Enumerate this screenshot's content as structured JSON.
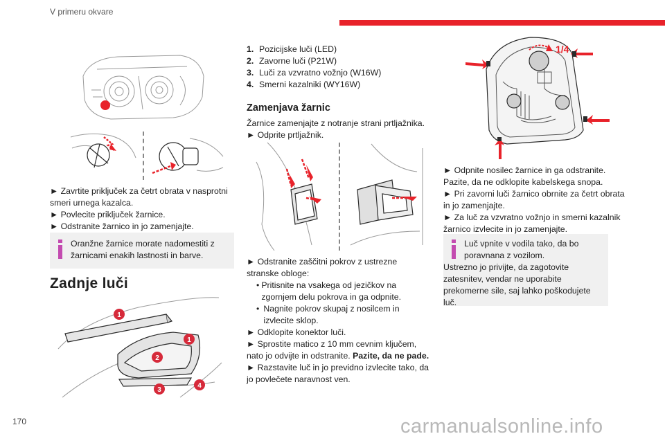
{
  "header": {
    "section_title": "V primeru okvare"
  },
  "page_number": "170",
  "watermark": "carmanualsonline.info",
  "left": {
    "steps": [
      "► Zavrtite priključek za četrt obrata v nasprotni smeri urnega kazalca.",
      "► Povlecite priključek žarnice.",
      "► Odstranite žarnico in jo zamenjajte."
    ],
    "note": "Oranžne žarnice morate nadomestiti z žarnicami enakih lastnosti in barve.",
    "heading": "Zadnje luči",
    "callouts": [
      "1",
      "1",
      "2",
      "3",
      "4"
    ]
  },
  "middle": {
    "lamp_list": [
      {
        "n": "1.",
        "text": "Pozicijske luči (LED)"
      },
      {
        "n": "2.",
        "text": "Zavorne luči (P21W)"
      },
      {
        "n": "3.",
        "text": "Luči za vzvratno vožnjo (W16W)"
      },
      {
        "n": "4.",
        "text": "Smerni kazalniki (WY16W)"
      }
    ],
    "heading": "Zamenjava žarnic",
    "intro": "Žarnice zamenjajte z notranje strani prtljažnika.",
    "open_trunk": "► Odprite prtljažnik.",
    "remove_cover": "► Odstranite zaščitni pokrov z ustrezne stranske obloge:",
    "sub_steps": [
      "Pritisnite na vsakega od jezičkov na zgornjem delu pokrova in ga odpnite.",
      "Nagnite pokrov skupaj z nosilcem in izvlecite sklop."
    ],
    "disconnect": "► Odklopite konektor luči.",
    "release_nut": "► Sprostite matico z 10 mm cevnim ključem, nato jo odvijte in odstranite.",
    "careful": "Pazite, da ne pade.",
    "separate": "► Razstavite luč in jo previdno izvlecite tako, da jo povlečete naravnost ven."
  },
  "right": {
    "quarter_label": "1/4",
    "steps": [
      "► Odpnite nosilec žarnice in ga odstranite. Pazite, da ne odklopite kabelskega snopa.",
      "► Pri zavorni luči žarnico obrnite za četrt obrata in jo zamenjajte.",
      "► Za luč za vzvratno vožnjo in smerni kazalnik žarnico izvlecite in jo zamenjajte."
    ],
    "note_line1": "Luč vpnite v vodila tako, da bo poravnana z vozilom.",
    "note_line2": "Ustrezno jo privijte, da zagotovite zatesnitev, vendar ne uporabite prekomerne sile, saj lahko poškodujete luč."
  },
  "colors": {
    "accent": "#e8222a",
    "note_icon": "#c34bb0",
    "note_bg": "#f0f0f0",
    "callout": "#d62a3a"
  }
}
